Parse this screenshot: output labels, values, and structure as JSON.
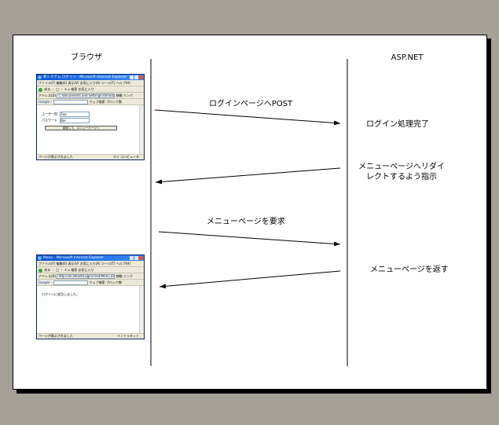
{
  "lanes": {
    "left_label": "ブラウザ",
    "right_label": "ASP.NET"
  },
  "messages": [
    {
      "text": "ログインページへPOST",
      "direction": "right"
    },
    {
      "text": "メニューページへリダイレクトするよう指示",
      "direction": "left"
    },
    {
      "text": "メニューページを要求",
      "direction": "right"
    },
    {
      "text": "メニューページを返す",
      "direction": "left"
    }
  ],
  "notes": {
    "login_done": "ログイン処理完了",
    "redirect_line1": "メニューページへリダイ",
    "redirect_line2": "レクトするよう指示",
    "return_menu": "メニューページを返す"
  },
  "browser_login": {
    "title": "新システム ログイン - Microsoft Internet Explorer",
    "menu": "ファイル(F)  編集(E)  表示(V)  お気に入り(A)  ツール(T)  ヘルプ(H)",
    "toolbar": "戻る ・ ◯ ・ ✕ ⌂  検索  お気に入り",
    "address_label": "アドレス(D)",
    "address": "C:\\Documents and Settings\\Yamada\\My Do",
    "go": "移動",
    "links": "リンク",
    "google_bar": "Google・",
    "web_search": "ウェブ検索",
    "block": "ブロック数",
    "user_label": "ユーザーID",
    "user_value": "Foo",
    "pass_label": "パスワード",
    "pass_value": "Bar",
    "submit": "認証して、メニューページへ",
    "status": "ページが表示されました",
    "zone": "マイ コンピュータ"
  },
  "browser_menu": {
    "title": "Menu - Microsoft Internet Explorer",
    "menu": "ファイル(F)  編集(E)  表示(V)  お気に入り(A)  ツール(T)  ヘルプ(H)",
    "toolbar": "戻る ・ ◯ ・ ✕ ⌂  検索  お気に入り",
    "address_label": "アドレス(D)",
    "address": "http://localhost/Logon/Test/Menu.aspx",
    "go": "移動",
    "links": "リンク",
    "google_bar": "Google・",
    "web_search": "ウェブ検索",
    "block": "ブロック数",
    "message": "ログインに成功しました。",
    "status": "ページが表示されました",
    "zone": "イントラネット"
  }
}
